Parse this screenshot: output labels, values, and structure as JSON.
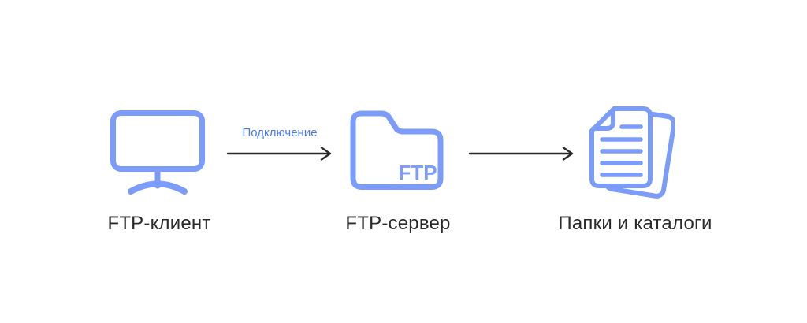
{
  "diagram": {
    "background_color": "#ffffff",
    "icon_color": "#7b9cf8",
    "arrow_color": "#2b2b2b",
    "label_color": "#2b2b2b",
    "connector_label_color": "#4a7cef",
    "nodes": [
      {
        "icon": "monitor-icon",
        "label": "FTP-клиент"
      },
      {
        "icon": "folder-icon",
        "label": "FTP-сервер",
        "badge": "FTP"
      },
      {
        "icon": "documents-icon",
        "label": "Папки и каталоги"
      }
    ],
    "connectors": [
      {
        "label": "Подключение",
        "direction": "right"
      },
      {
        "label": "",
        "direction": "right"
      }
    ]
  }
}
